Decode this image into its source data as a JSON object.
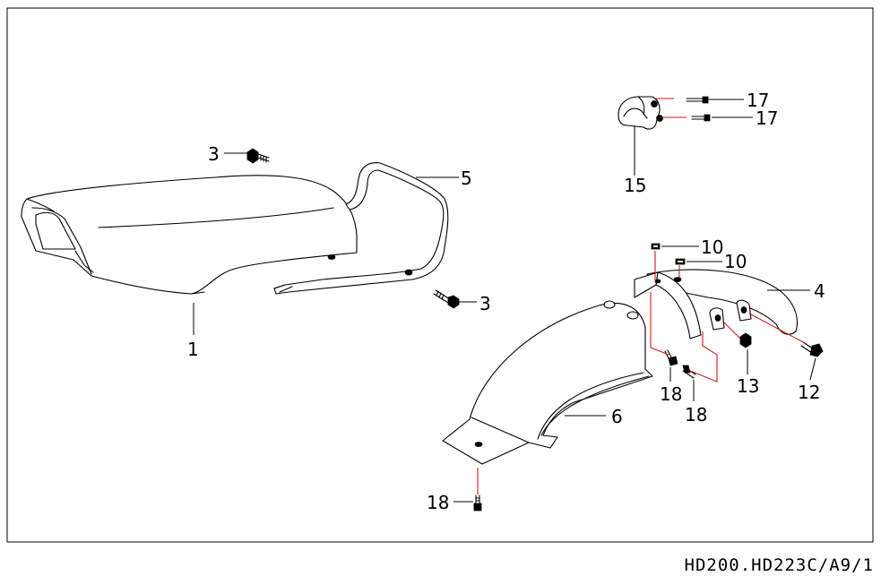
{
  "callouts": {
    "seat": "1",
    "bolt_top": "3",
    "bolt_mid": "3",
    "grab_rail": "5",
    "bracket": "15",
    "screw_a": "17",
    "screw_b": "17",
    "washer_a": "10",
    "washer_b": "10",
    "rear_fender": "4",
    "nut": "13",
    "bolt_right": "12",
    "mudguard": "6",
    "bolt_a": "18",
    "bolt_b": "18",
    "bolt_c": "18"
  },
  "diagram_code": "HD200.HD223C/A9/1",
  "colors": {
    "line": "#000000",
    "connector": "#d11a1a",
    "background": "#ffffff"
  }
}
